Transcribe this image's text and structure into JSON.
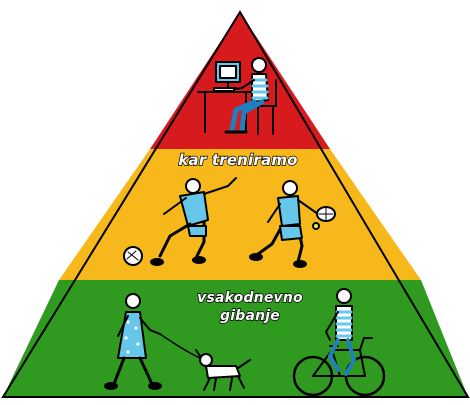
{
  "pyramid": {
    "top_label": "",
    "middle_label": "kar treniramo",
    "bottom_label_line1": "vsakodnevno",
    "bottom_label_line2": "gibanje",
    "colors": {
      "top": "#d61a1d",
      "middle": "#f7b81b",
      "bottom": "#2f9a1f",
      "figure_blue": "#66c7ea",
      "outline": "#000000"
    }
  },
  "icons": {
    "top": "person-at-computer-icon",
    "middle_left": "soccer-player-icon",
    "middle_right": "tennis-player-icon",
    "bottom_left": "person-walking-dog-icon",
    "bottom_right": "cyclist-icon"
  }
}
